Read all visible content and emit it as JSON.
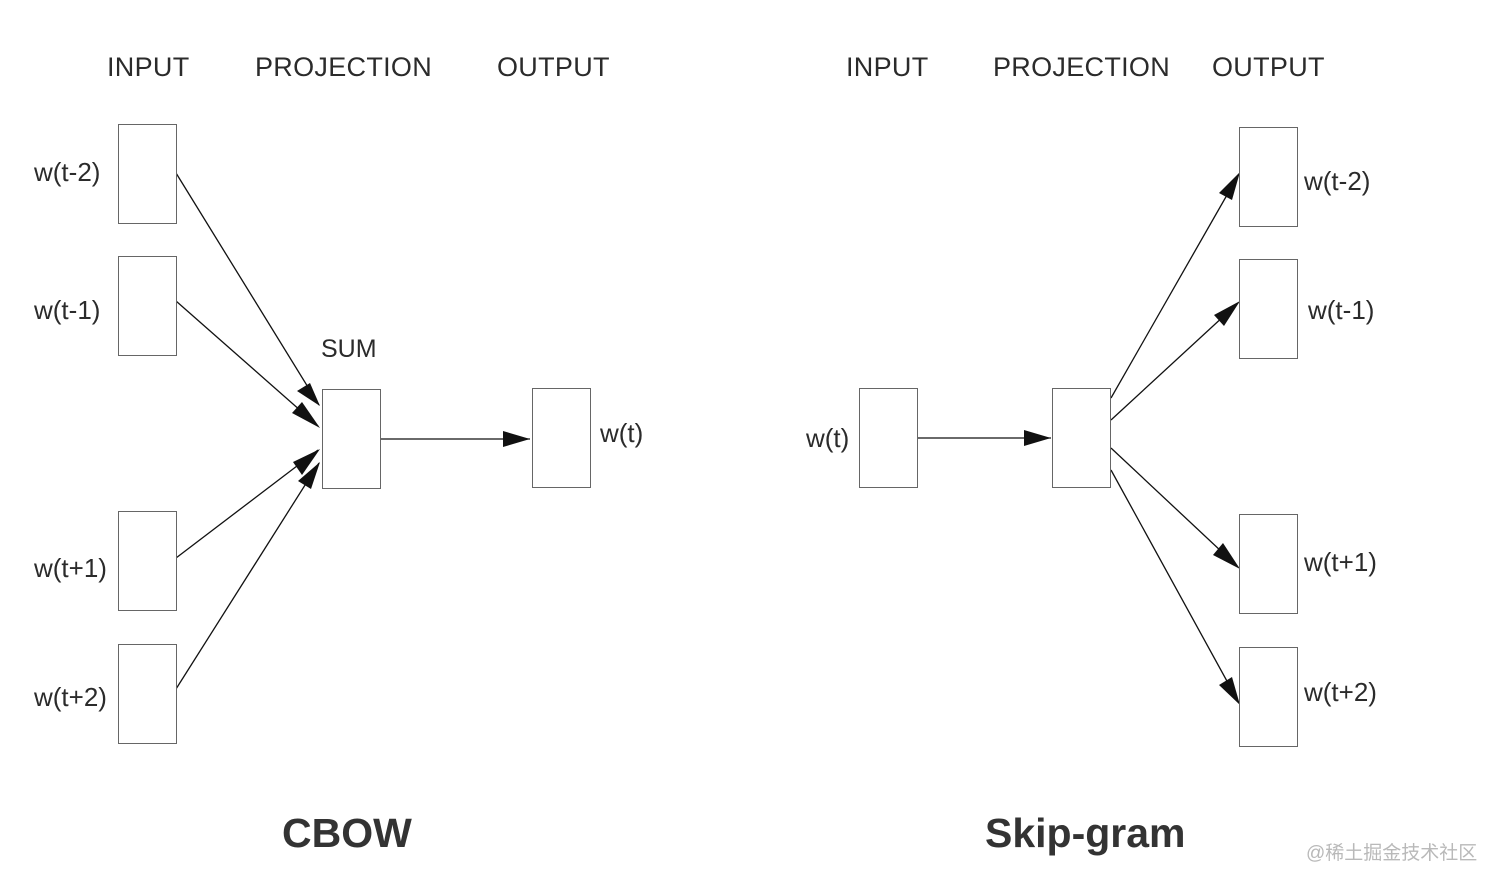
{
  "cbow": {
    "headers": {
      "input": "INPUT",
      "projection": "PROJECTION",
      "output": "OUTPUT"
    },
    "inputs": [
      "w(t-2)",
      "w(t-1)",
      "w(t+1)",
      "w(t+2)"
    ],
    "projection_label": "SUM",
    "output": "w(t)",
    "title": "CBOW"
  },
  "skipgram": {
    "headers": {
      "input": "INPUT",
      "projection": "PROJECTION",
      "output": "OUTPUT"
    },
    "input": "w(t)",
    "outputs": [
      "w(t-2)",
      "w(t-1)",
      "w(t+1)",
      "w(t+2)"
    ],
    "title": "Skip-gram"
  },
  "watermark": "@稀土掘金技术社区"
}
